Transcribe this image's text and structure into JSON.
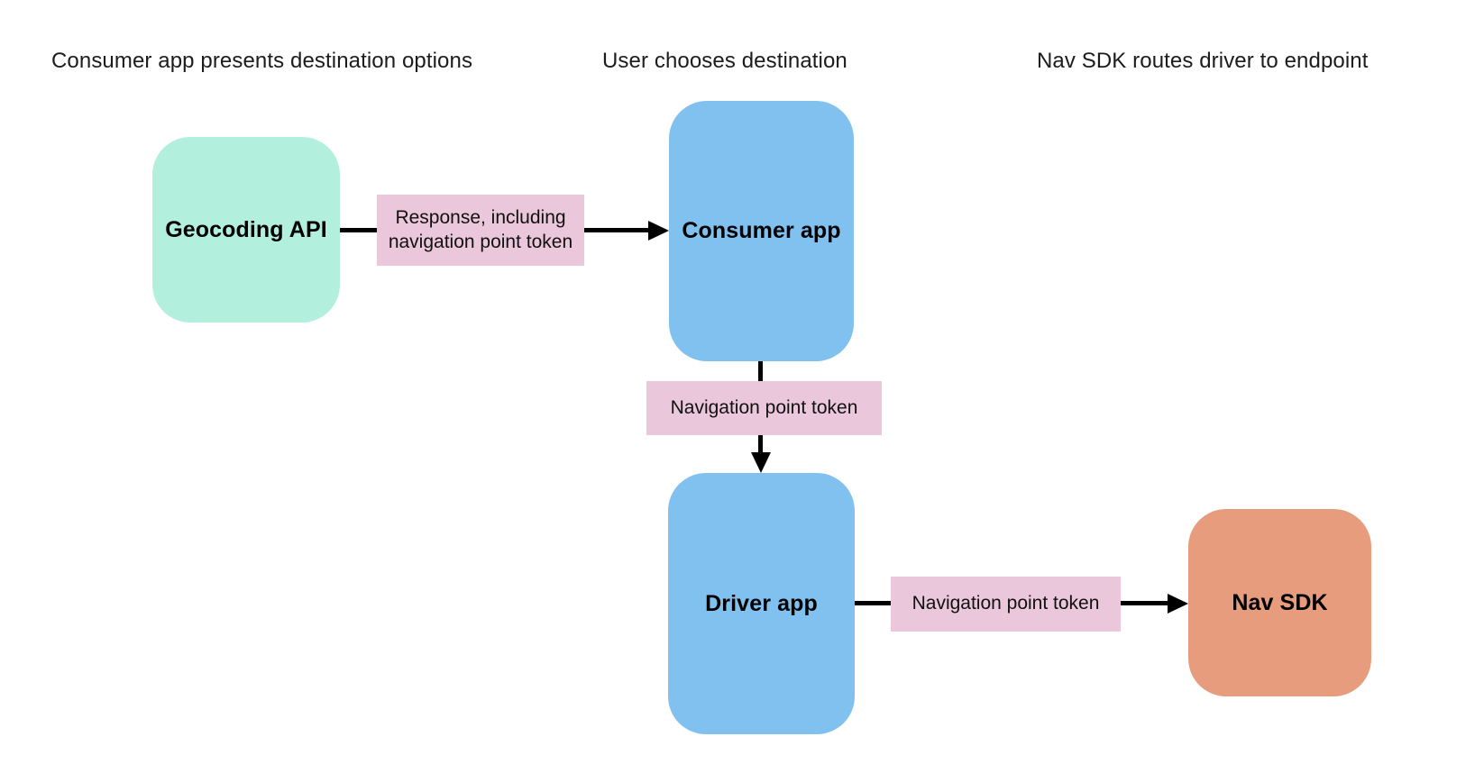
{
  "diagram": {
    "headers": [
      {
        "label": "Consumer app presents destination options"
      },
      {
        "label": "User chooses destination"
      },
      {
        "label": "Nav SDK routes driver to endpoint"
      }
    ],
    "nodes": [
      {
        "id": "geocoding-api",
        "label": "Geocoding API",
        "color": "#b2f0dd"
      },
      {
        "id": "consumer-app",
        "label": "Consumer app",
        "color": "#80c1f0"
      },
      {
        "id": "driver-app",
        "label": "Driver app",
        "color": "#80c1f0"
      },
      {
        "id": "nav-sdk",
        "label": "Nav SDK",
        "color": "#e79d7d"
      }
    ],
    "edges": [
      {
        "from": "geocoding-api",
        "to": "consumer-app",
        "label": "Response, including navigation point token"
      },
      {
        "from": "consumer-app",
        "to": "driver-app",
        "label": "Navigation point token"
      },
      {
        "from": "driver-app",
        "to": "nav-sdk",
        "label": "Navigation point token"
      }
    ],
    "colors": {
      "background": "#ffffff",
      "node_green": "#b2f0dd",
      "node_blue": "#80c1f0",
      "node_orange": "#e79d7d",
      "edge_label_bg": "#eac7da",
      "arrow": "#000000",
      "text": "#1c1c1e"
    }
  }
}
